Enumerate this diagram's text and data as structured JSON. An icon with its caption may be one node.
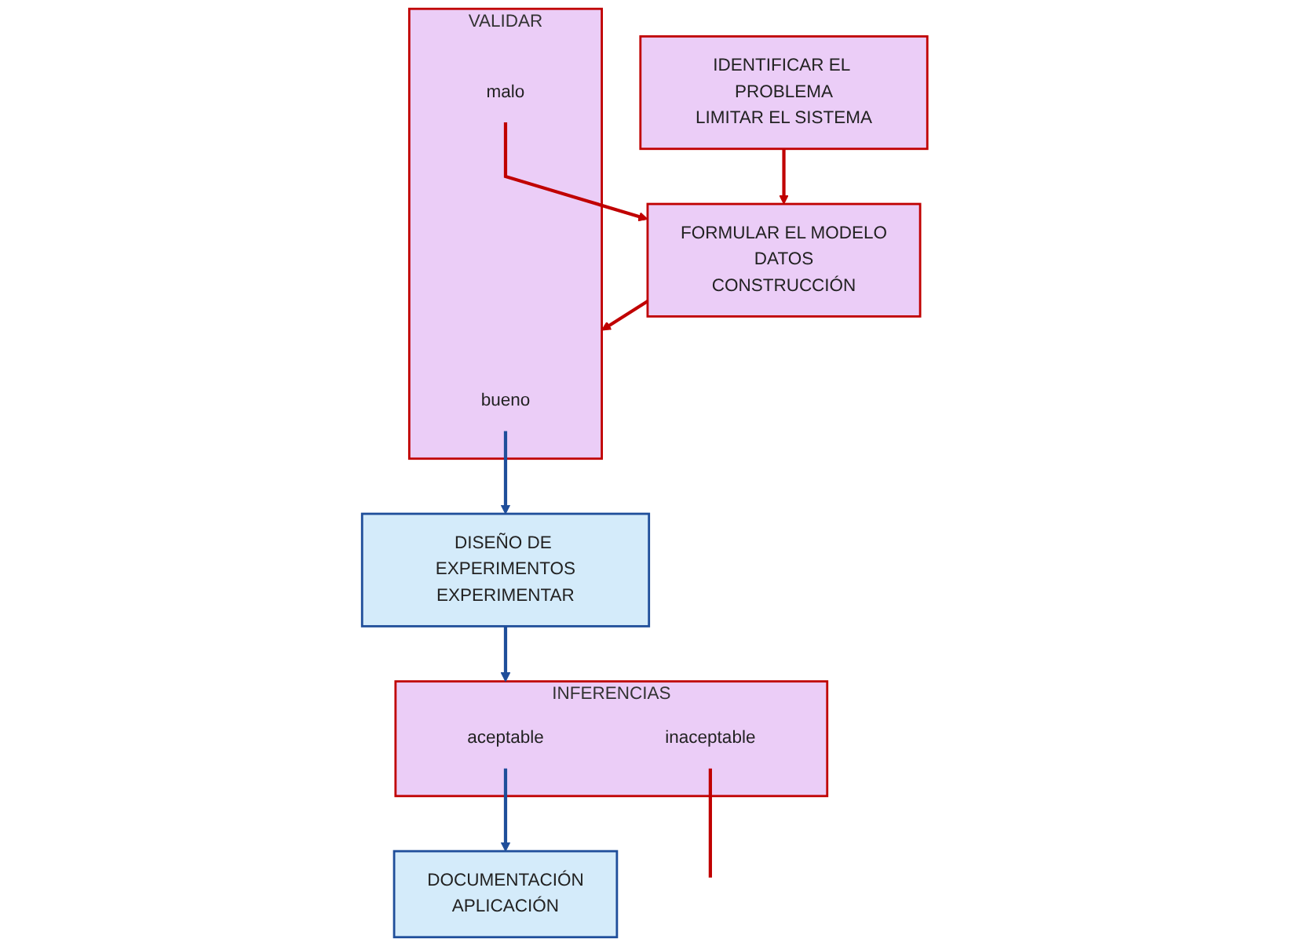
{
  "diagram": {
    "nodes": [
      {
        "text": [
          "IDENTIFICAR EL PROBLEMA",
          "LIMITAR EL SISTEMA"
        ]
      },
      {
        "text": [
          "FORMULAR EL MODELO",
          "DATOS",
          "CONSTRUCCIÓN"
        ]
      },
      {
        "text": [
          "VALIDAR"
        ]
      },
      {
        "text": [
          "bueno"
        ],
        "in": 2
      },
      {
        "text": [
          "malo"
        ],
        "in": 2
      },
      {
        "text": [
          "DISEÑO DE EXPERIMENTOS",
          "EXPERIMENTAR"
        ]
      },
      {
        "text": [
          "INFERENCIAS"
        ]
      },
      {
        "text": [
          "aceptable"
        ],
        "in": 6
      },
      {
        "text": [
          "inaceptable"
        ],
        "in": 6
      },
      {
        "text": [
          "DOCUMENTACIÓN",
          "APLICACIÓN"
        ]
      }
    ],
    "edges": [
      {
        "from": 0,
        "to": 1,
        "arrow": "to"
      },
      {
        "from": 1,
        "to": 2,
        "arrow": "to"
      },
      {
        "from": 3,
        "to": 5,
        "arrow": "to",
        "color": "#1f4e9a"
      },
      {
        "from": 4,
        "to": 1,
        "arrow": "to"
      },
      {
        "from": 5,
        "to": 6,
        "arrow": "to",
        "color": "#1f4e9a"
      },
      {
        "from": 7,
        "to": 9,
        "arrow": "to",
        "color": "#1f4e9a"
      },
      {
        "from": 8,
        "to": null,
        "arrow": "none"
      }
    ]
  }
}
